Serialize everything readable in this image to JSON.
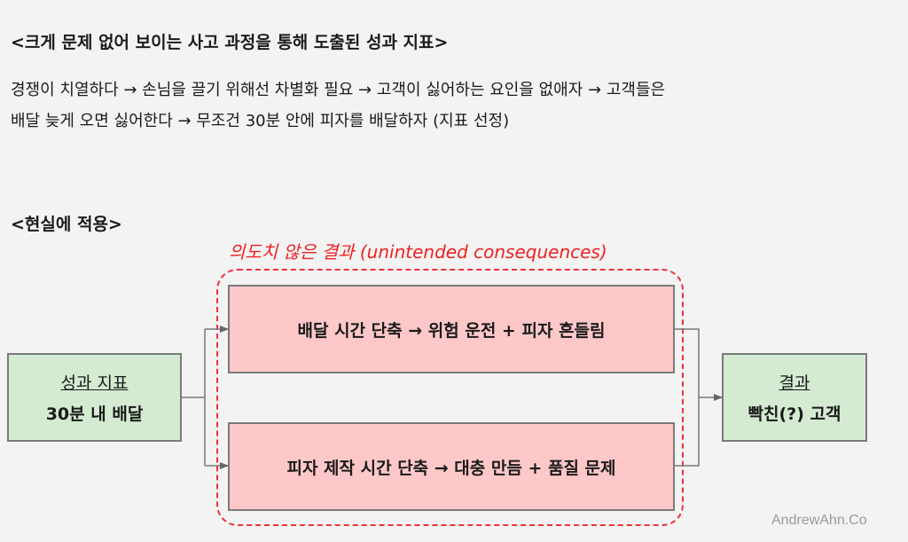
{
  "heading1": "<크게 문제 없어 보이는 사고 과정을 통해 도출된 성과 지표>",
  "paragraph": {
    "line1": "경쟁이 치열하다 → 손님을 끌기 위해선 차별화 필요 → 고객이 싫어하는 요인을 없애자 → 고객들은",
    "line2": "배달 늦게 오면 싫어한다 → 무조건 30분 안에 피자를 배달하자 (지표 선정)"
  },
  "heading2": "<현실에 적용>",
  "diagram": {
    "unintended_label": "의도치 않은 결과 (unintended consequences)",
    "kpi_box": {
      "title": "성과 지표",
      "value": "30분 내 배달"
    },
    "effect_1": "배달 시간 단축 → 위험 운전 + 피자 흔들림",
    "effect_2": "피자 제작 시간 단축 → 대충 만듬 + 품질 문제",
    "result_box": {
      "title": "결과",
      "value": "빡친(?) 고객"
    },
    "colors": {
      "green": "#d4ebd2",
      "pink": "#fec8c9",
      "red": "#f0303a"
    }
  },
  "watermark": "AndrewAhn.Co"
}
